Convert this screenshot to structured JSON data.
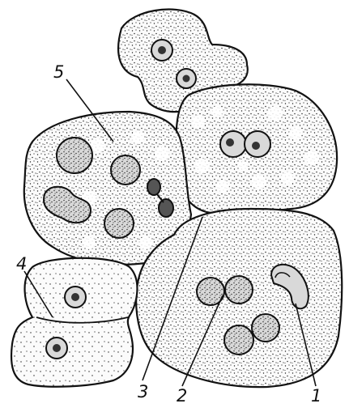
{
  "callouts": [
    {
      "id": "1",
      "text": "1"
    },
    {
      "id": "2",
      "text": "2"
    },
    {
      "id": "3",
      "text": "3"
    },
    {
      "id": "4",
      "text": "4"
    },
    {
      "id": "5",
      "text": "5"
    }
  ],
  "colors": {
    "ink": "#111111",
    "paper": "#ffffff",
    "cytoplasm": "#fbfbfb"
  },
  "icons": [
    "stipple-texture"
  ]
}
